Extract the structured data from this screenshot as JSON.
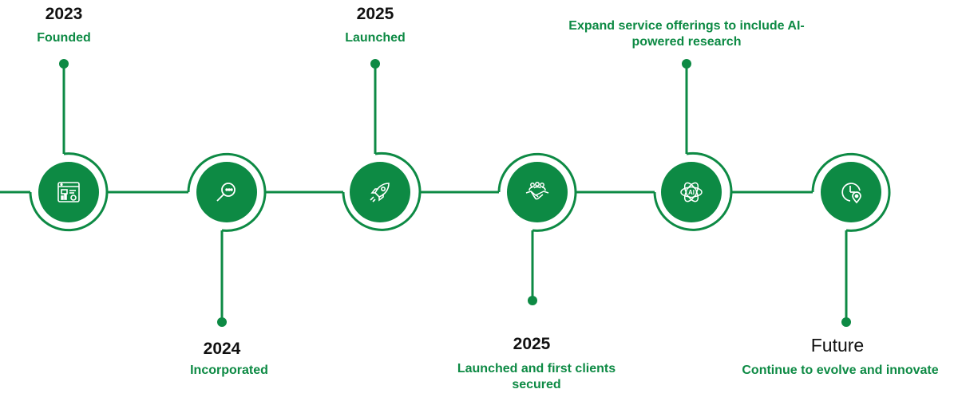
{
  "accent_color": "#0d8a44",
  "milestones": [
    {
      "year": "2023",
      "label": "Founded",
      "icon": "dashboard-analytics-icon"
    },
    {
      "year": "2024",
      "label": "Incorporated",
      "icon": "search-magnifier-icon"
    },
    {
      "year": "2025",
      "label": "Launched",
      "icon": "rocket-icon"
    },
    {
      "year": "2025",
      "label": "Launched and first clients secured",
      "icon": "handshake-team-icon"
    },
    {
      "year": "",
      "label": "Expand service offerings to include AI-powered research",
      "icon": "ai-chip-icon"
    },
    {
      "year": "Future",
      "label": "Continue to evolve and innovate",
      "icon": "growth-location-icon"
    }
  ]
}
